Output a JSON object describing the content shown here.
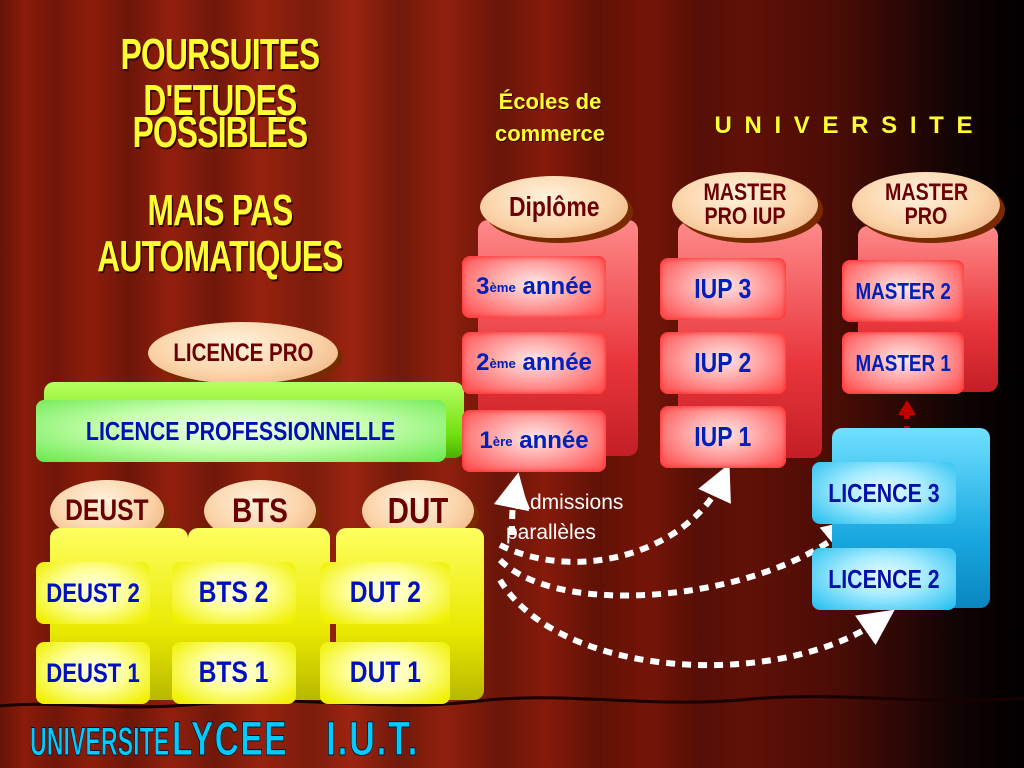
{
  "title": {
    "line1": "POURSUITES D'ETUDES",
    "line2": "POSSIBLES",
    "line3": "MAIS PAS AUTOMATIQUES"
  },
  "headers": {
    "ecoles": "Écoles de commerce",
    "universite": "U N I V E R S I T E"
  },
  "ovals": {
    "licence_pro": "LICENCE  PRO",
    "deust": "DEUST",
    "bts": "BTS",
    "dut": "DUT",
    "diplome": "Diplôme",
    "master_pro_iup": "MASTER PRO IUP",
    "master_pro": "MASTER PRO"
  },
  "blocks": {
    "licence_professionnelle": "LICENCE  PROFESSIONNELLE",
    "deust2": "DEUST 2",
    "deust1": "DEUST 1",
    "bts2": "BTS 2",
    "bts1": "BTS 1",
    "dut2": "DUT 2",
    "dut1": "DUT 1",
    "annee3": {
      "num": "3",
      "sup": "ème",
      "text": " année"
    },
    "annee2": {
      "num": "2",
      "sup": "ème",
      "text": " année"
    },
    "annee1": {
      "num": "1",
      "sup": "ère",
      "text": " année"
    },
    "iup3": "IUP 3",
    "iup2": "IUP 2",
    "iup1": "IUP 1",
    "master2": "MASTER 2",
    "master1": "MASTER 1",
    "licence3": "LICENCE 3",
    "licence2": "LICENCE 2"
  },
  "admissions": {
    "line1": "Admissions",
    "line2": "parallèles"
  },
  "footer": {
    "universite": "UNIVERSITE",
    "lycee": "LYCEE",
    "iut": "I.U.T."
  },
  "colors": {
    "title": "#ffff33",
    "block_text": "#0020b8",
    "oval_text": "#6a0000",
    "footer": "#00ccff"
  }
}
